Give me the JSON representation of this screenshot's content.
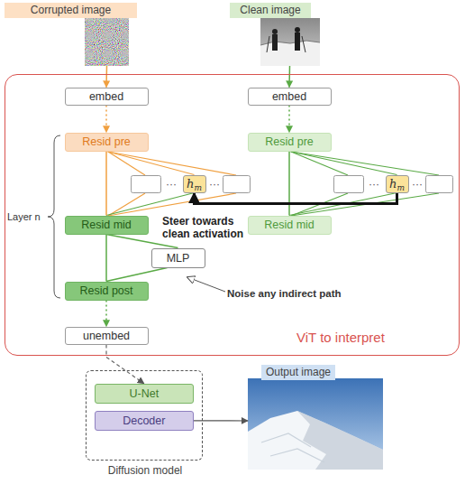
{
  "diagram": {
    "nodes": [
      {
        "text": [
          "Corrupted image"
        ]
      },
      {
        "text": [
          "Clean image"
        ]
      },
      {
        "text": [
          "ViT to interpret"
        ]
      },
      {
        "text": [
          "embed"
        ],
        "in": 2
      },
      {
        "text": [
          "embed"
        ],
        "in": 2
      },
      {
        "text": [
          "Resid pre"
        ],
        "in": 2
      },
      {
        "text": [
          "Resid pre"
        ],
        "in": 2
      },
      {
        "text": [
          "h",
          "m"
        ],
        "in": 2
      },
      {
        "text": [
          "h",
          "m"
        ],
        "in": 2
      },
      {
        "text": [
          "Resid mid"
        ],
        "in": 2
      },
      {
        "text": [
          "Resid mid"
        ],
        "in": 2
      },
      {
        "text": [
          "MLP"
        ],
        "in": 2
      },
      {
        "text": [
          "Resid post"
        ],
        "in": 2
      },
      {
        "text": [
          "unembed"
        ],
        "in": 2
      },
      {
        "text": [
          "Diffusion model"
        ]
      },
      {
        "text": [
          "U-Net"
        ],
        "in": 14
      },
      {
        "text": [
          "Decoder"
        ],
        "in": 14
      },
      {
        "text": [
          "Output image"
        ]
      }
    ],
    "edges": [
      {
        "from": 0,
        "to": 3,
        "arrow": "to"
      },
      {
        "from": 1,
        "to": 4,
        "arrow": "to"
      },
      {
        "from": 3,
        "to": 5,
        "arrow": "to"
      },
      {
        "from": 4,
        "to": 6,
        "arrow": "to"
      },
      {
        "from": 5,
        "to": 7,
        "arrow": "none"
      },
      {
        "from": 7,
        "to": 9,
        "arrow": "none"
      },
      {
        "from": 5,
        "to": 9,
        "arrow": "none"
      },
      {
        "from": 6,
        "to": 8,
        "arrow": "none"
      },
      {
        "from": 8,
        "to": 10,
        "arrow": "none"
      },
      {
        "from": 6,
        "to": 10,
        "arrow": "none"
      },
      {
        "from": 8,
        "to": 7,
        "label": "Steer towards clean activation",
        "arrow": "to"
      },
      {
        "from": 9,
        "to": 11,
        "arrow": "none"
      },
      {
        "from": 11,
        "to": 12,
        "arrow": "none"
      },
      {
        "from": 9,
        "to": 12,
        "arrow": "none"
      },
      {
        "from": 12,
        "to": 13,
        "arrow": "to"
      },
      {
        "from": 13,
        "to": 15,
        "arrow": "to"
      },
      {
        "from": 16,
        "to": 17,
        "arrow": "to"
      }
    ],
    "labels": [
      "Layer n",
      "···",
      "···",
      "···",
      "···",
      "Noise any indirect path"
    ]
  }
}
